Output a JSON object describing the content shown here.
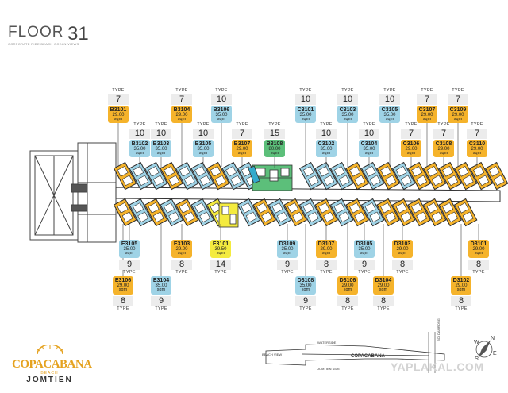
{
  "header": {
    "floor_word": "FLOOR",
    "floor_number": "31",
    "subtitle": "CORPORATE RIDE BEACH OCEAN VIEWS"
  },
  "type_word": "TYPE",
  "area_unit": "sqm",
  "colors": {
    "orange": "#f5b32b",
    "blue": "#9fd3e6",
    "green": "#5cbf7a",
    "yellow": "#f4eb3f",
    "building": "#2a2a2a"
  },
  "top_units_row1": [
    {
      "unit": "B3101",
      "type": "7",
      "area": "29.00",
      "color": "orange"
    },
    {
      "unit": "B3104",
      "type": "7",
      "area": "29.00",
      "color": "orange"
    },
    {
      "unit": "B3106",
      "type": "10",
      "area": "35.00",
      "color": "blue"
    },
    {
      "unit": "C3101",
      "type": "10",
      "area": "35.00",
      "color": "blue"
    },
    {
      "unit": "C3103",
      "type": "10",
      "area": "35.00",
      "color": "blue"
    },
    {
      "unit": "C3105",
      "type": "10",
      "area": "35.00",
      "color": "blue"
    },
    {
      "unit": "C3107",
      "type": "7",
      "area": "29.00",
      "color": "orange"
    },
    {
      "unit": "C3109",
      "type": "7",
      "area": "29.00",
      "color": "orange"
    }
  ],
  "top_units_row2": [
    {
      "unit": "B3102",
      "type": "10",
      "area": "35.00",
      "color": "blue"
    },
    {
      "unit": "B3103",
      "type": "10",
      "area": "35.00",
      "color": "blue"
    },
    {
      "unit": "B3105",
      "type": "10",
      "area": "35.00",
      "color": "blue"
    },
    {
      "unit": "B3107",
      "type": "7",
      "area": "29.00",
      "color": "orange"
    },
    {
      "unit": "B3108",
      "type": "15",
      "area": "80.00",
      "color": "green"
    },
    {
      "unit": "C3102",
      "type": "10",
      "area": "35.00",
      "color": "blue"
    },
    {
      "unit": "C3104",
      "type": "10",
      "area": "35.00",
      "color": "blue"
    },
    {
      "unit": "C3106",
      "type": "7",
      "area": "29.00",
      "color": "orange"
    },
    {
      "unit": "C3108",
      "type": "7",
      "area": "29.00",
      "color": "orange"
    },
    {
      "unit": "C3110",
      "type": "7",
      "area": "29.00",
      "color": "orange"
    }
  ],
  "bottom_units_row1": [
    {
      "unit": "E3105",
      "type": "9",
      "area": "35.00",
      "color": "blue"
    },
    {
      "unit": "E3103",
      "type": "8",
      "area": "29.00",
      "color": "orange"
    },
    {
      "unit": "E3101",
      "type": "14",
      "area": "39.50",
      "color": "yellow"
    },
    {
      "unit": "D3109",
      "type": "9",
      "area": "35.00",
      "color": "blue"
    },
    {
      "unit": "D3107",
      "type": "8",
      "area": "29.00",
      "color": "orange"
    },
    {
      "unit": "D3105",
      "type": "9",
      "area": "35.00",
      "color": "blue"
    },
    {
      "unit": "D3103",
      "type": "8",
      "area": "29.00",
      "color": "orange"
    },
    {
      "unit": "D3101",
      "type": "8",
      "area": "29.00",
      "color": "orange"
    }
  ],
  "bottom_units_row2": [
    {
      "unit": "E3106",
      "type": "8",
      "area": "29.00",
      "color": "orange"
    },
    {
      "unit": "E3104",
      "type": "9",
      "area": "35.00",
      "color": "blue"
    },
    {
      "unit": "D3108",
      "type": "9",
      "area": "35.00",
      "color": "blue"
    },
    {
      "unit": "D3106",
      "type": "8",
      "area": "29.00",
      "color": "orange"
    },
    {
      "unit": "D3104",
      "type": "8",
      "area": "29.00",
      "color": "orange"
    },
    {
      "unit": "D3102",
      "type": "8",
      "area": "29.00",
      "color": "orange"
    }
  ],
  "logo": {
    "name": "COPACABANA",
    "beach": "BEACH",
    "place": "JOMTIEN"
  },
  "site_map": {
    "name": "COPACABANA",
    "waterside": "WATERSIDE",
    "jomtien_side": "JOMTIEN SIDE",
    "beach_view": "BEACH VIEW",
    "road_label": "SOI DAMRONG"
  },
  "compass": {
    "n": "N",
    "s": "S",
    "e": "E",
    "w": "W"
  },
  "watermark": "YAPLAKAL.COM"
}
